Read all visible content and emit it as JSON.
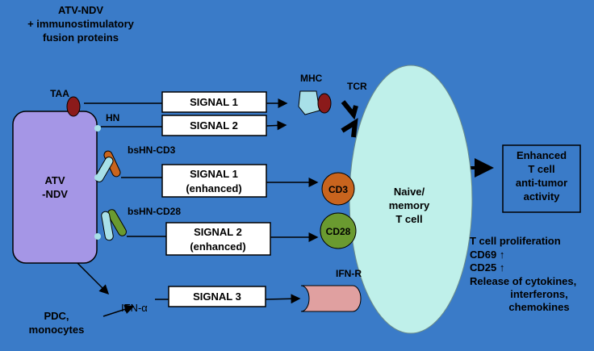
{
  "title": {
    "line1": "ATV-NDV",
    "line2": "+ immunostimulatory",
    "line3": "fusion proteins"
  },
  "virus": {
    "line1": "ATV",
    "line2": "-NDV"
  },
  "labels": {
    "taa": "TAA",
    "hn": "HN",
    "mhc": "MHC",
    "tcr": "TCR",
    "bshn_cd3": "bsHN-CD3",
    "bshn_cd28": "bsHN-CD28",
    "ifn_r": "IFN-R",
    "ifn_alpha": "IFN-α",
    "pdc_line1": "PDC,",
    "pdc_line2": "monocytes"
  },
  "signals": {
    "s1": "SIGNAL 1",
    "s2": "SIGNAL 2",
    "s1e_line1": "SIGNAL 1",
    "s1e_line2": "(enhanced)",
    "s2e_line1": "SIGNAL 2",
    "s2e_line2": "(enhanced)",
    "s3": "SIGNAL 3"
  },
  "receptors": {
    "cd3": "CD3",
    "cd28": "CD28"
  },
  "tcell": {
    "line1": "Naive/",
    "line2": "memory",
    "line3": "T cell"
  },
  "result": {
    "line1": "Enhanced",
    "line2": "T cell",
    "line3": "anti-tumor",
    "line4": "activity"
  },
  "effects": {
    "line1": "T cell proliferation",
    "line2": "CD69 ↑",
    "line3": "CD25 ↑",
    "line4": "Release of cytokines,",
    "line5": "interferons,",
    "line6": "chemokines"
  },
  "colors": {
    "background": "#3a7bc8",
    "virus": "#a596e6",
    "tcell": "#bff0ea",
    "cd3": "#c8641e",
    "cd28": "#6a9a30",
    "ifnr": "#e0a0a0",
    "taa": "#8b1a1a"
  }
}
